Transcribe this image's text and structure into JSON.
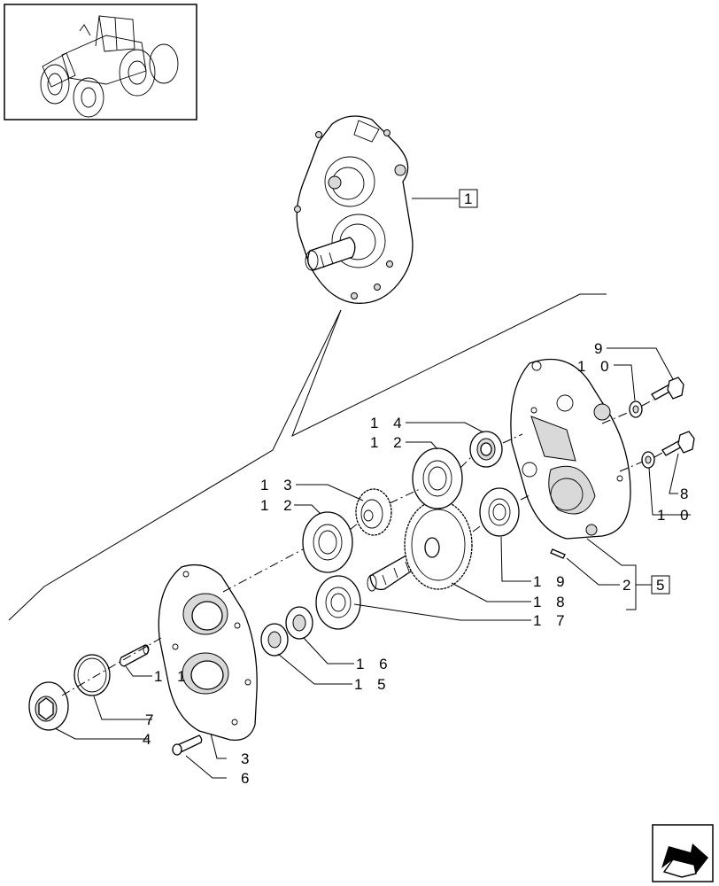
{
  "callouts": [
    {
      "id": "c1",
      "text": "1",
      "boxed": true
    },
    {
      "id": "c9",
      "text": "9"
    },
    {
      "id": "c10a",
      "text": "1 0"
    },
    {
      "id": "c14",
      "text": "1 4"
    },
    {
      "id": "c12a",
      "text": "1 2"
    },
    {
      "id": "c13",
      "text": "1 3"
    },
    {
      "id": "c12b",
      "text": "1 2"
    },
    {
      "id": "c8",
      "text": "8"
    },
    {
      "id": "c10b",
      "text": "1 0"
    },
    {
      "id": "c19",
      "text": "1 9"
    },
    {
      "id": "c2",
      "text": "2"
    },
    {
      "id": "c5",
      "text": "5",
      "boxed": true
    },
    {
      "id": "c18",
      "text": "1 8"
    },
    {
      "id": "c17",
      "text": "1 7"
    },
    {
      "id": "c16",
      "text": "1 6"
    },
    {
      "id": "c15",
      "text": "1 5"
    },
    {
      "id": "c11",
      "text": "1 1"
    },
    {
      "id": "c7",
      "text": "7"
    },
    {
      "id": "c4",
      "text": "4"
    },
    {
      "id": "c3",
      "text": "3"
    },
    {
      "id": "c6",
      "text": "6"
    }
  ],
  "icons": {
    "thumbnail": "tractor-thumbnail-icon",
    "navigation": "next-page-arrow-icon"
  }
}
